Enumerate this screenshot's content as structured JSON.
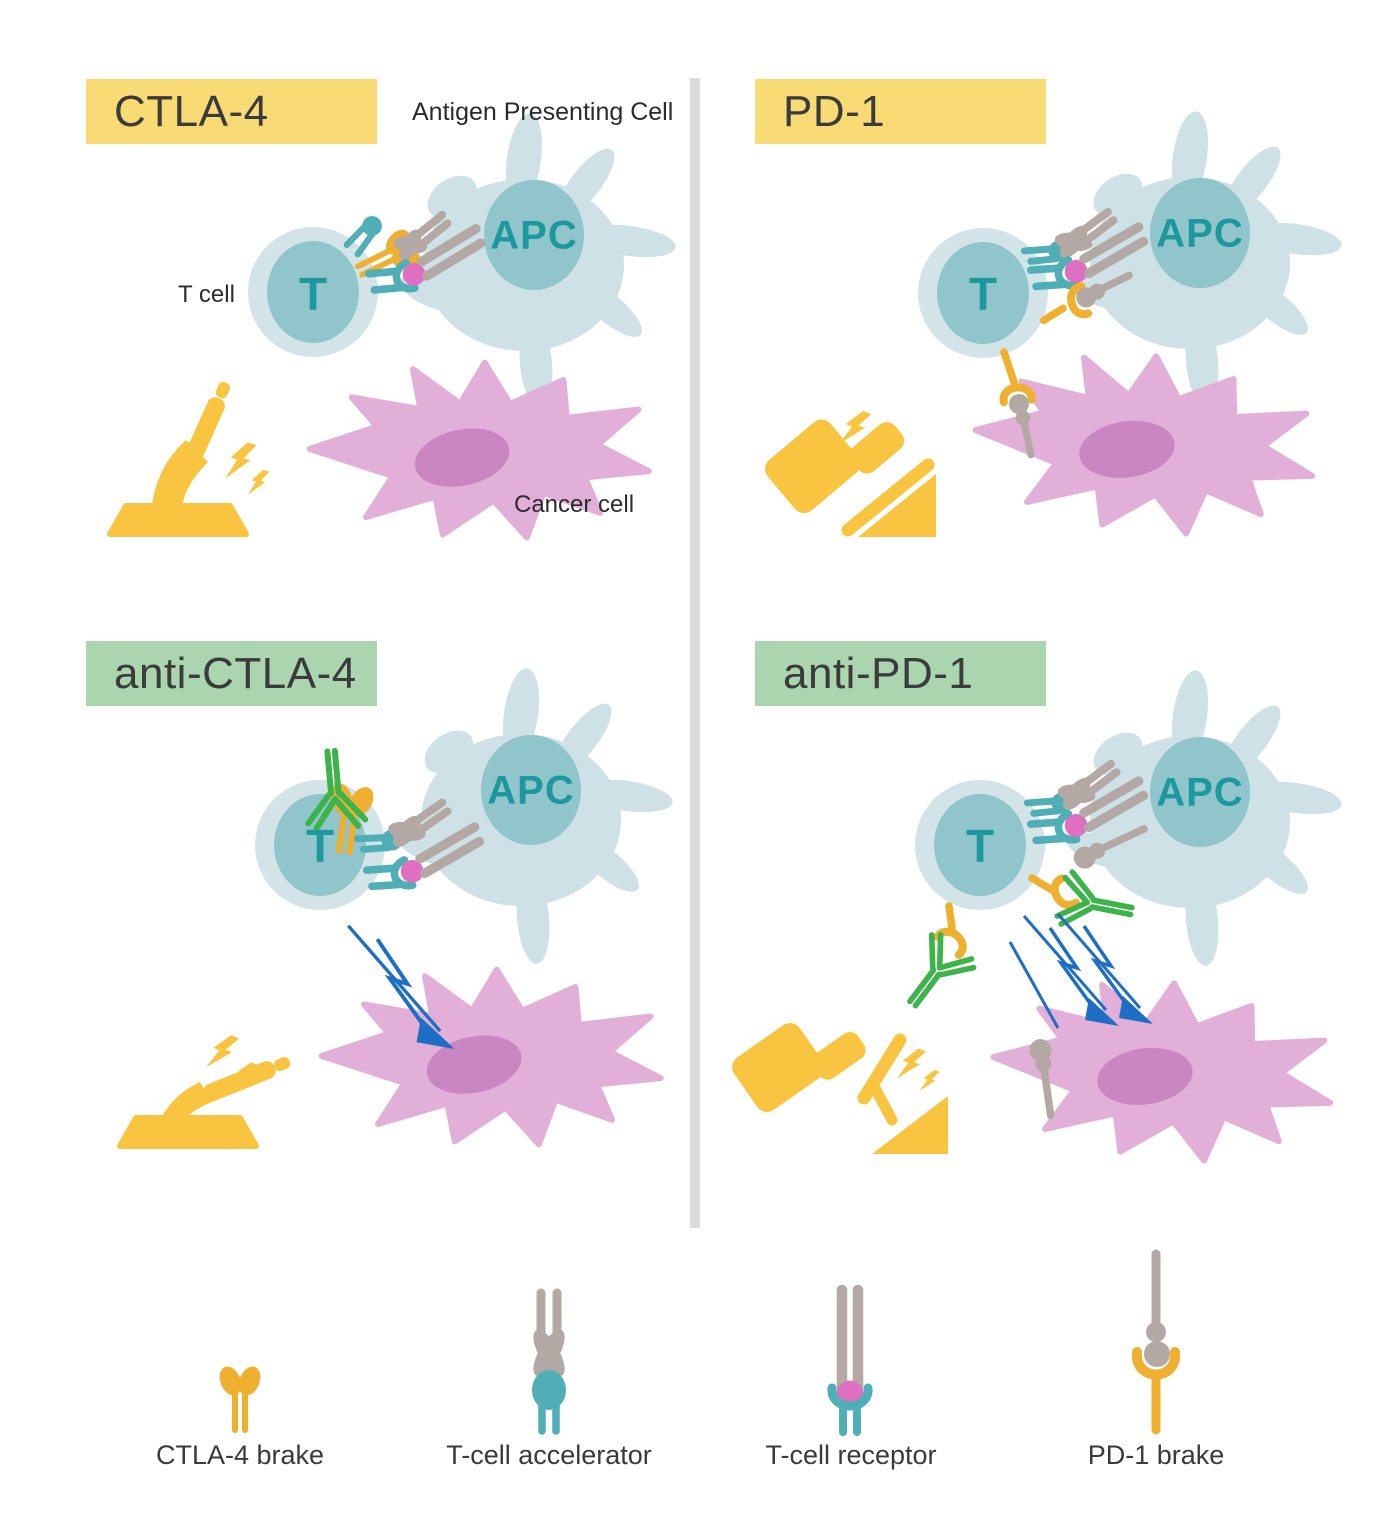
{
  "panels": [
    {
      "label": "CTLA-4",
      "label_color": "#f8db74",
      "cell_labels": {
        "apc": "APC",
        "t": "T"
      },
      "annotations": {
        "apc": "Antigen Presenting Cell",
        "t_cell": "T cell",
        "cancer_cell": "Cancer cell"
      }
    },
    {
      "label": "PD-1",
      "label_color": "#f8db74",
      "cell_labels": {
        "apc": "APC",
        "t": "T"
      }
    },
    {
      "label": "anti-CTLA-4",
      "label_color": "#abd5ae",
      "cell_labels": {
        "apc": "APC",
        "t": "T"
      }
    },
    {
      "label": "anti-PD-1",
      "label_color": "#abd5ae",
      "cell_labels": {
        "apc": "APC",
        "t": "T"
      }
    }
  ],
  "legend": {
    "items": [
      {
        "label": "CTLA-4 brake",
        "icon": "ctla4-receptor-icon",
        "color": "#f0b02f"
      },
      {
        "label": "T-cell accelerator",
        "icon": "accelerator-receptor-icon",
        "color": "#4faeb6"
      },
      {
        "label": "T-cell receptor",
        "icon": "t-cell-receptor-icon",
        "color": "#4faeb6"
      },
      {
        "label": "PD-1 brake",
        "icon": "pd1-receptor-icon",
        "color": "#f0b02f"
      }
    ]
  },
  "icons": {
    "brake_engaged": "hand-brake-lever-icon",
    "brake_released": "hand-brake-released-icon",
    "pedal_pressed": "gas-pedal-pressed-icon",
    "pedal_released": "gas-pedal-released-icon",
    "antibody": "antibody-icon",
    "spark": "lightning-bolt-icon",
    "attack": "attack-arrow-icon"
  },
  "colors": {
    "label_yellow": "#f8db74",
    "label_green": "#abd5ae",
    "cell_body": "#d2e4e8",
    "cell_nucleus": "#8fc5cb",
    "cell_text": "#1d989c",
    "cancer_body": "#e1afd7",
    "cancer_nucleus": "#ca86c0",
    "receptor_teal": "#4faeb6",
    "receptor_yellow": "#f0b02f",
    "icon_yellow": "#f9c440",
    "ligand_gray": "#b3a8a3",
    "antigen_pink": "#df6fc1",
    "antibody_green": "#3cb44a",
    "arrow_blue": "#1d6ec4",
    "divider": "#dddbd9",
    "legend_bg": "#e3e0dd"
  }
}
